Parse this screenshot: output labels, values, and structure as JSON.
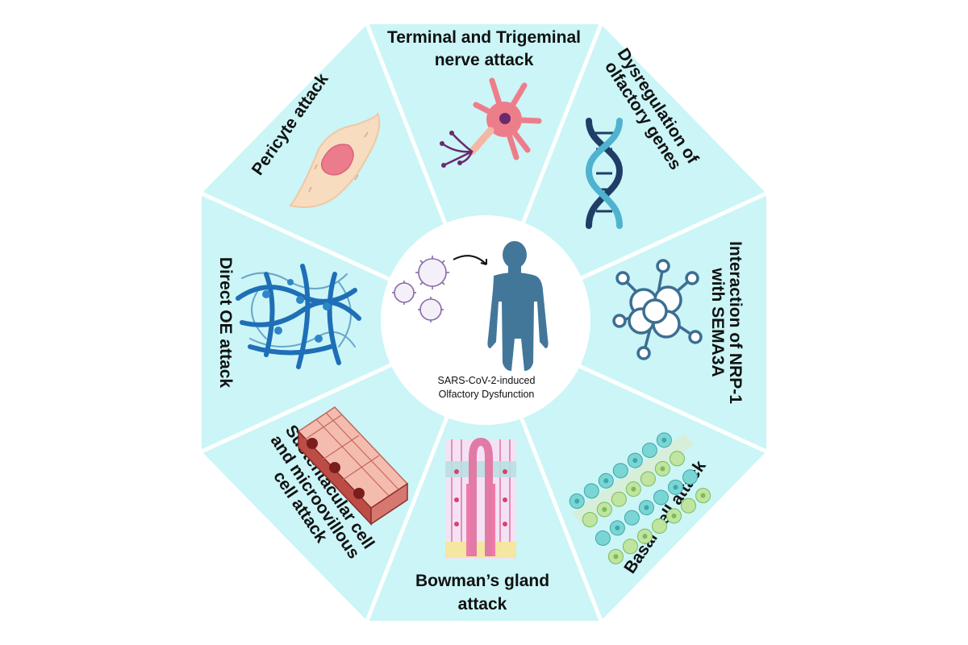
{
  "center": {
    "title_line1": "SARS-CoV-2-induced",
    "title_line2": "Olfactory Dysfunction"
  },
  "segments": [
    {
      "id": "terminal",
      "line1": "Terminal and Trigeminal",
      "line2": "nerve attack",
      "icon": "neuron-icon"
    },
    {
      "id": "dysregulation",
      "line1": "Dysregulation of",
      "line2": "olfactory genes",
      "icon": "dna-helix-icon"
    },
    {
      "id": "nrp1",
      "line1": "Interaction of NRP-1",
      "line2": "with SEMA3A",
      "icon": "molecule-network-icon"
    },
    {
      "id": "basal",
      "line1": "Basal cell attack",
      "icon": "basal-cells-icon"
    },
    {
      "id": "bowman",
      "line1": "Bowman’s gland",
      "line2": "attack",
      "icon": "bowman-gland-icon"
    },
    {
      "id": "sustentacular",
      "line1": "Sustentacular cell",
      "line2": "and microovillous",
      "line3": "cell attack",
      "icon": "epithelial-tissue-icon"
    },
    {
      "id": "direct_oe",
      "line1": "Direct OE attack",
      "icon": "neural-network-icon"
    },
    {
      "id": "pericyte",
      "line1": "Pericyte attack",
      "icon": "pericyte-cell-icon"
    }
  ],
  "colors": {
    "segment_fill": "#cbf5f7",
    "divider": "#ffffff",
    "center_fill": "#ffffff",
    "human": "#43779a",
    "virus": "#8a6aa6",
    "dna_dark": "#1f3d66",
    "dna_light": "#4fb3d0",
    "neuron": "#ee7d8a",
    "network": "#1f6fb7",
    "molecule": "#3c6e92"
  }
}
